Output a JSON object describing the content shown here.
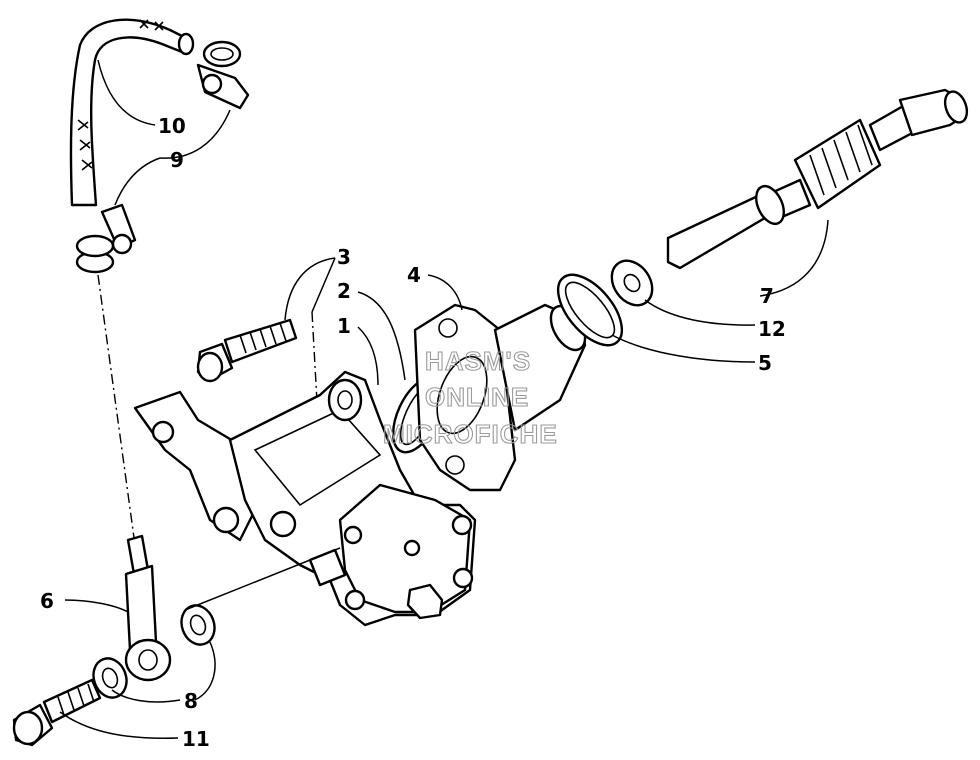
{
  "callouts": [
    "1",
    "2",
    "3",
    "4",
    "5",
    "6",
    "7",
    "8",
    "9",
    "10",
    "11",
    "12"
  ],
  "watermark": {
    "line1": "HASM'S",
    "line2": "ONLINE",
    "line3": "MICROFICHE"
  }
}
